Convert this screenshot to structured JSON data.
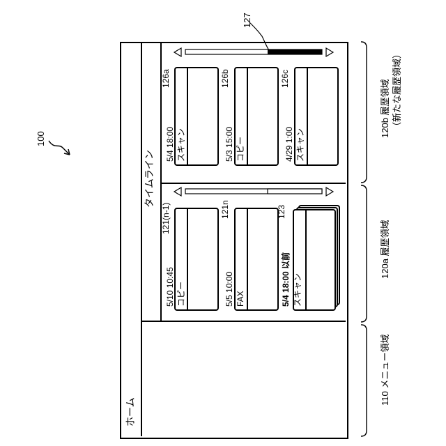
{
  "figure_ref": "100",
  "screen": {
    "home_label": "ホーム",
    "timeline_label": "タイムライン"
  },
  "regions": {
    "menu": "110 メニュー領域",
    "history_a": "120a 履歴領域",
    "history_b_line1": "120b 履歴領域",
    "history_b_line2": "（新たな履歴領域）"
  },
  "scrollbar_ref": "127",
  "history_b_cards": [
    {
      "ref": "126a",
      "datetime": "5/4 18:00",
      "type": "スキャン"
    },
    {
      "ref": "126b",
      "datetime": "5/3 15:00",
      "type": "コピー"
    },
    {
      "ref": "126c",
      "datetime": "4/29 1:00",
      "type": "スキャン"
    }
  ],
  "history_a_cards": [
    {
      "ref": "121(n-1)",
      "datetime": "5/10 10:45",
      "type": "コピー"
    },
    {
      "ref": "121n",
      "datetime": "5/5 10:00",
      "type": "FAX"
    },
    {
      "ref": "123",
      "datetime": "5/4 18:00 以前",
      "type": "スキャン"
    }
  ]
}
